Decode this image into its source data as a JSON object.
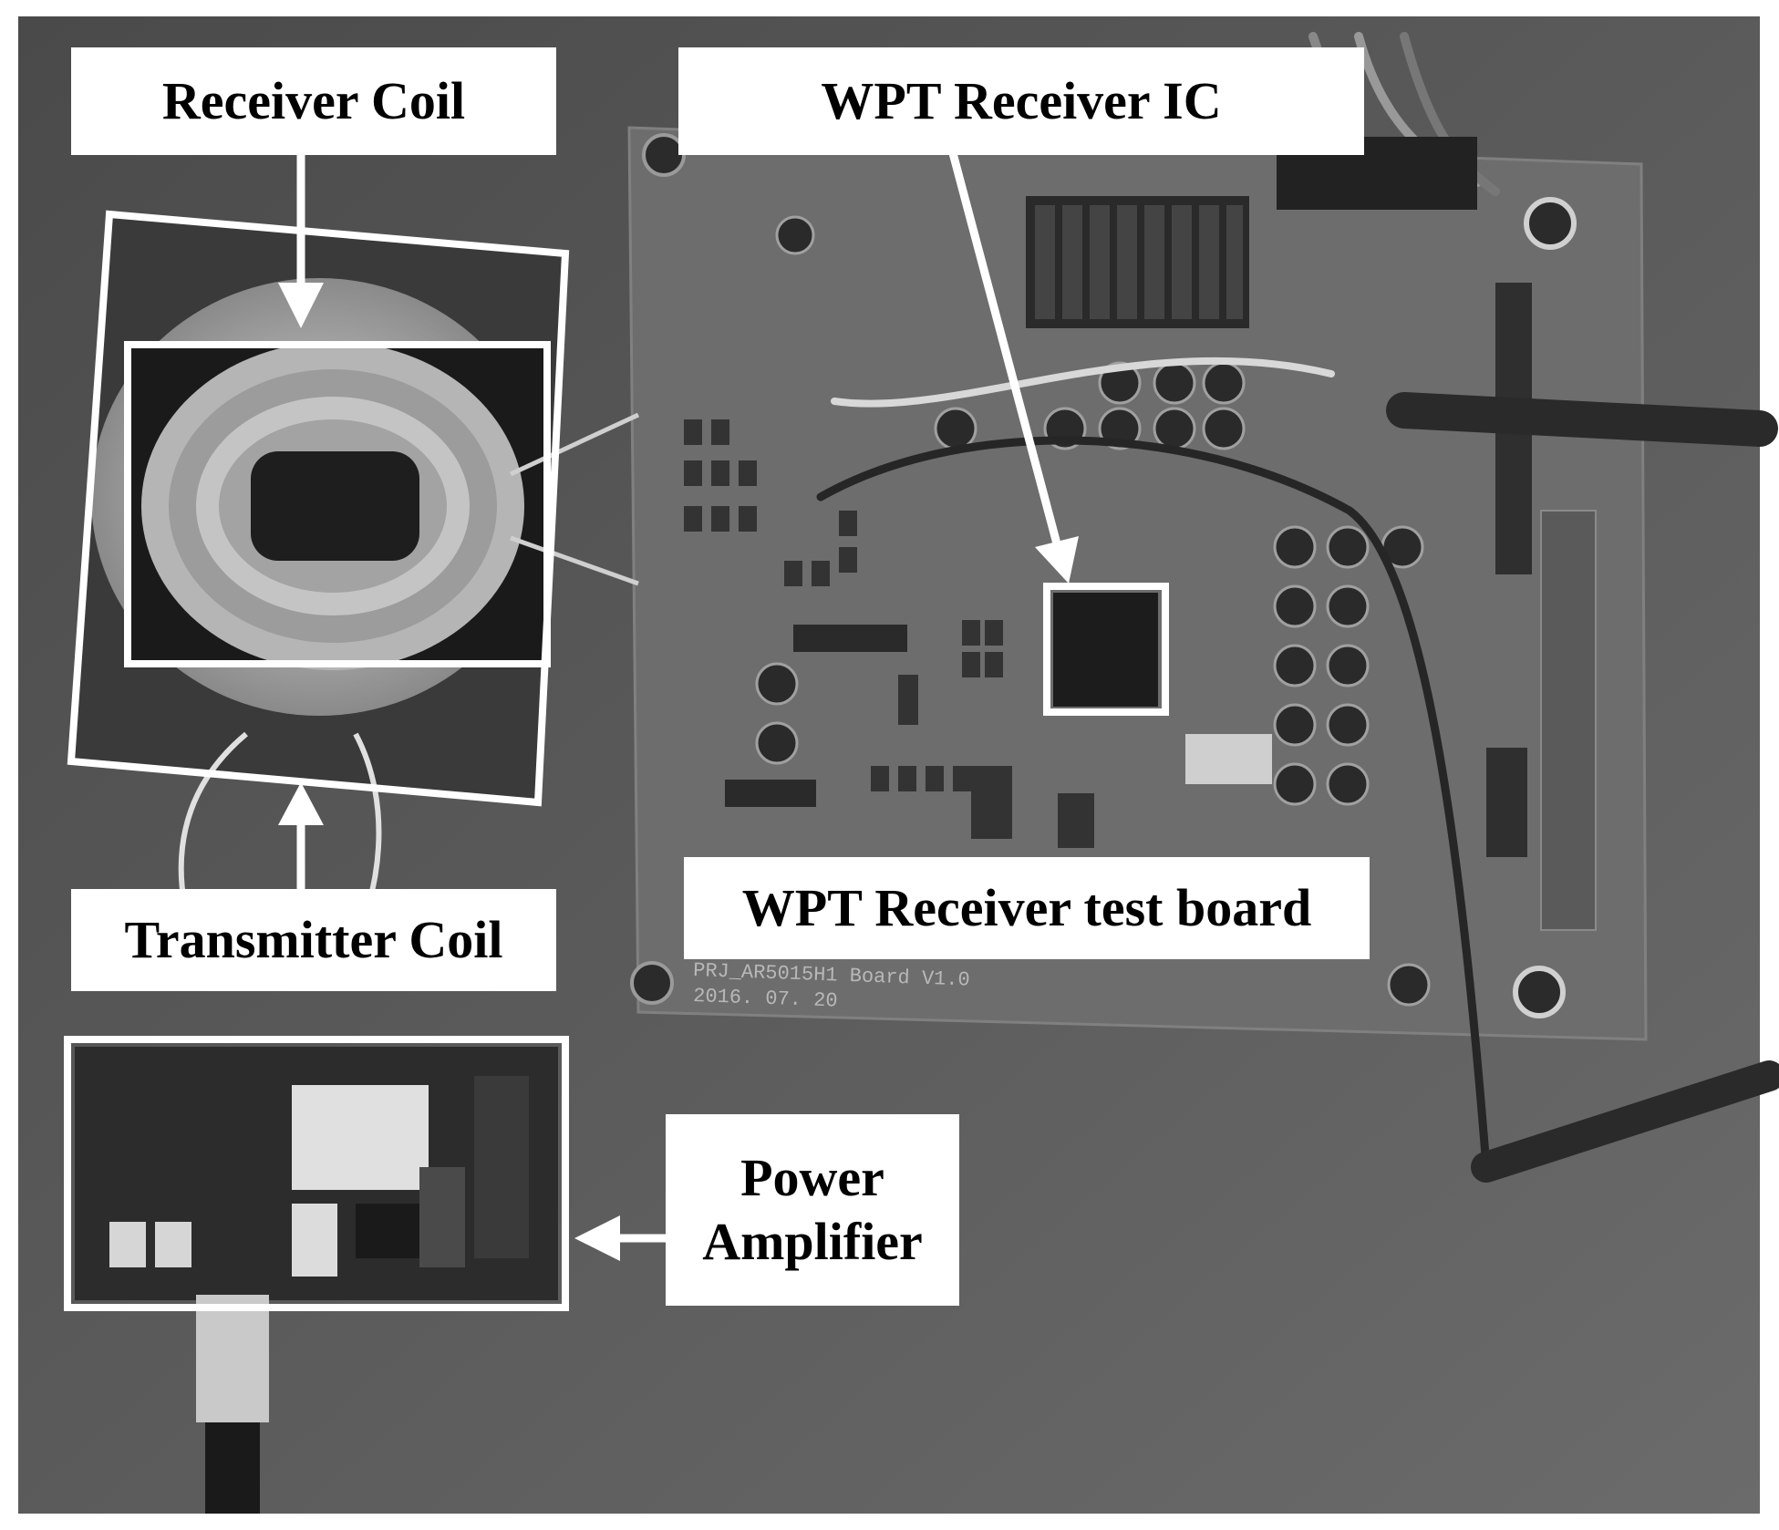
{
  "colors": {
    "background": "#585858",
    "board": "#6a6a6a",
    "box_outline": "#ffffff",
    "label_bg": "#ffffff",
    "label_text": "#000000"
  },
  "labels": {
    "receiver_coil": "Receiver Coil",
    "wpt_receiver_ic": "WPT Receiver IC",
    "transmitter_coil": "Transmitter Coil",
    "wpt_receiver_test_board": "WPT Receiver test board",
    "power_amplifier_line1": "Power",
    "power_amplifier_line2": "Amplifier"
  },
  "board_silkscreen": {
    "line1": "PRJ_AR5015H1 Board V1.0",
    "line2": "2016. 07. 20"
  }
}
